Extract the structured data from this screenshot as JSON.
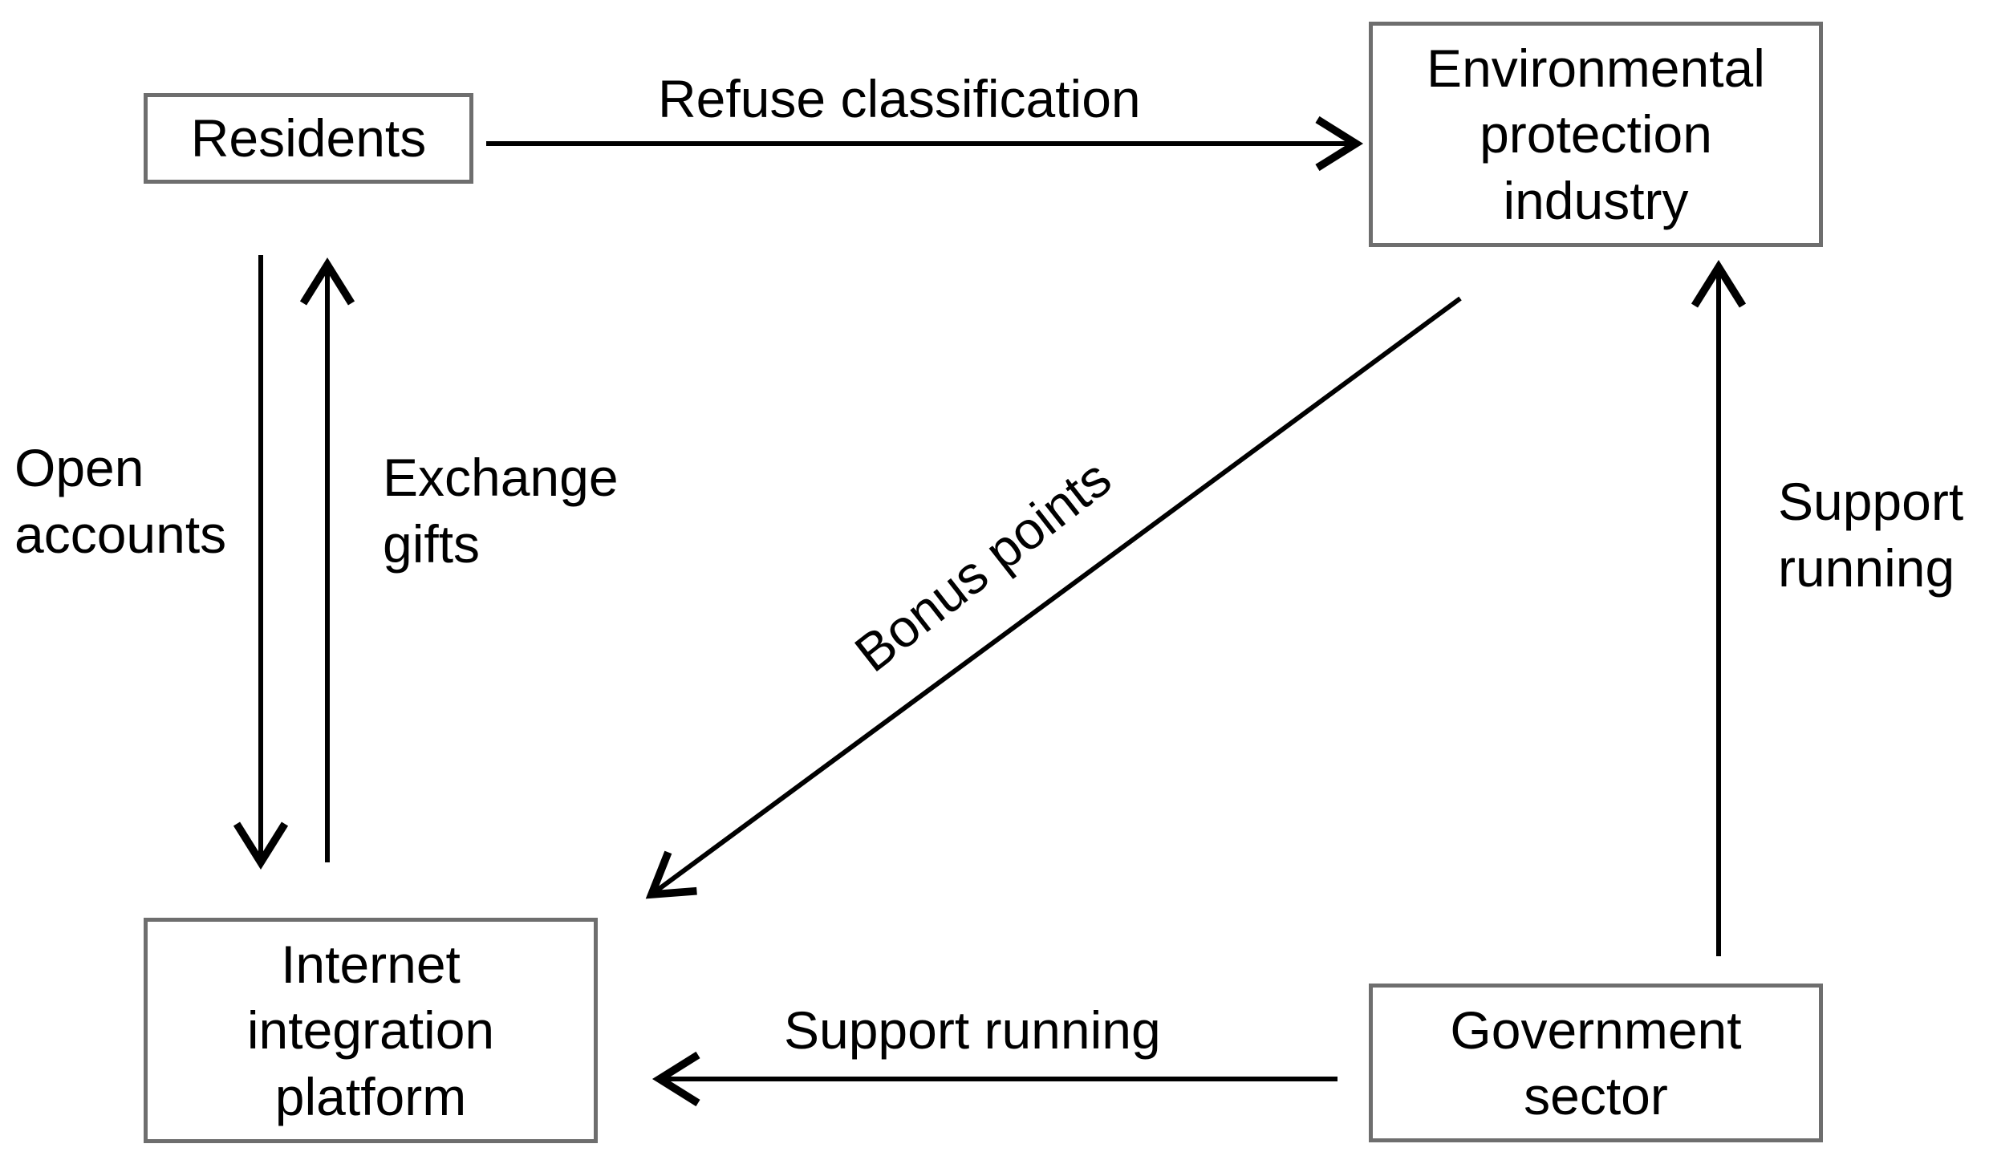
{
  "nodes": {
    "residents": "Residents",
    "environmental_protection_industry": "Environmental\nprotection\nindustry",
    "internet_integration_platform": "Internet\nintegration\nplatform",
    "government_sector": "Government\nsector"
  },
  "edges": {
    "refuse_classification": "Refuse classification",
    "open_accounts": "Open\naccounts",
    "exchange_gifts": "Exchange\ngifts",
    "bonus_points": "Bonus points",
    "support_running_right": "Support\nrunning",
    "support_running_bottom": "Support running"
  },
  "colors": {
    "box_border": "#6e6e6e",
    "arrow": "#000000",
    "text": "#000000"
  }
}
